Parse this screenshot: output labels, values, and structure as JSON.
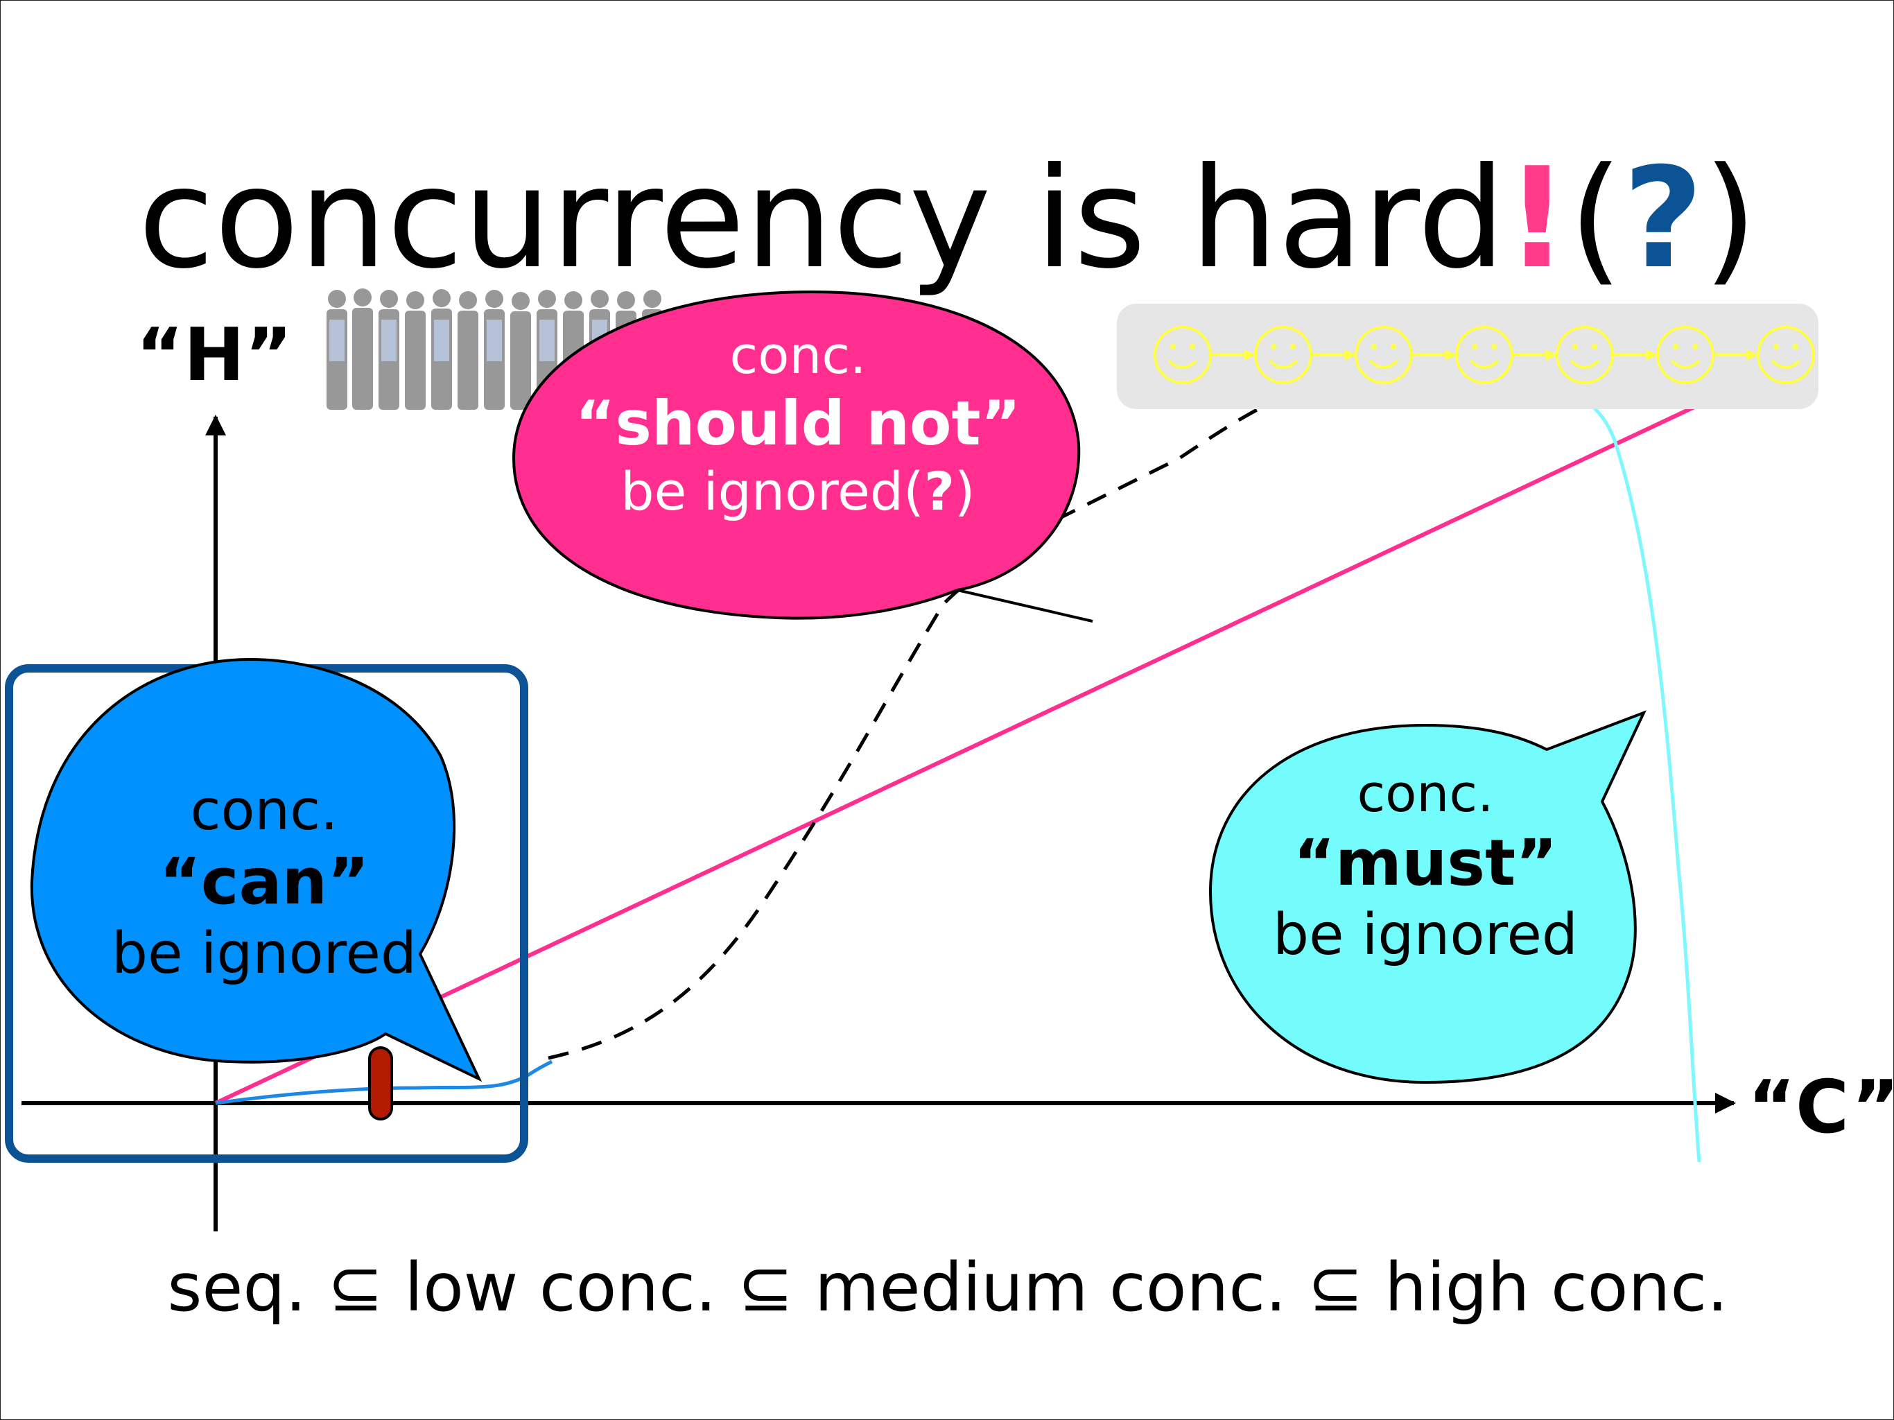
{
  "title": {
    "main": "concurrency is hard",
    "exclaim": "!",
    "paren_open": "(",
    "question": "?",
    "paren_close": ")"
  },
  "axes": {
    "y_label": "“H”",
    "x_label": "“C”"
  },
  "bubbles": {
    "can": {
      "line1": "conc.",
      "line2": "“can”",
      "line3": "be ignored",
      "color": "#0091ff"
    },
    "should_not": {
      "line1": "conc.",
      "line2": "“should not”",
      "line3": "be ignored(",
      "line3_q": "?",
      "line3_close": ")",
      "color": "#ff2e8f"
    },
    "must": {
      "line1": "conc.",
      "line2": "“must”",
      "line3": "be ignored",
      "color": "#74fcfd"
    }
  },
  "footer": {
    "text": "seq.  ⊆  low conc.  ⊆  medium conc.  ⊆ high conc."
  },
  "smiley_chain": {
    "count": 7,
    "glyph": "☺",
    "color": "#ffff44",
    "bg": "#e6e6e6"
  },
  "colors": {
    "pink_line": "#ff2e8f",
    "cyan_line": "#7ff7ff",
    "blue_box": "#0b5394",
    "blue_curve": "#1e88e5",
    "marker": "#b31b00"
  },
  "icons": {
    "people": "people-group-icon",
    "marker": "marker-pin-icon"
  }
}
